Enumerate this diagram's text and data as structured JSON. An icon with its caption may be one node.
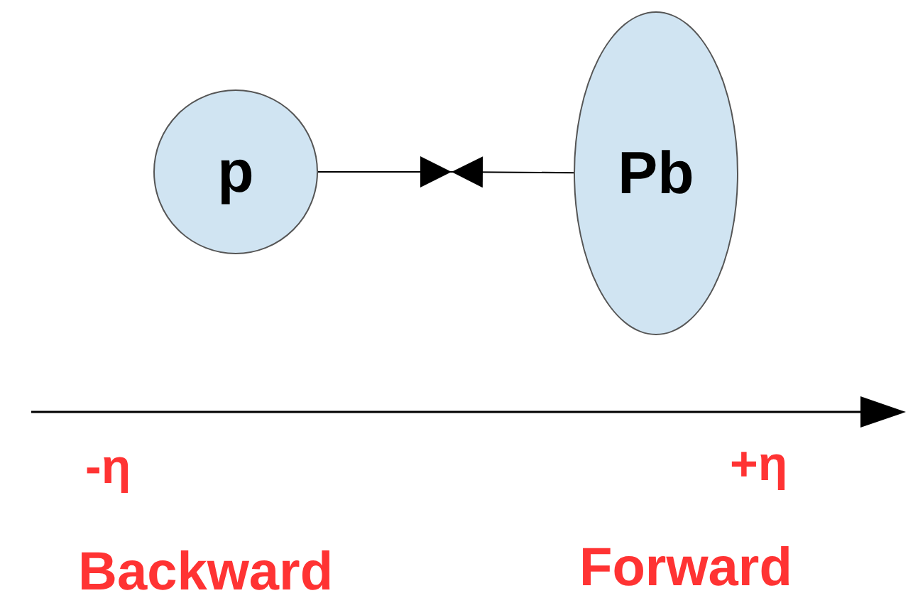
{
  "diagram": {
    "nodes": [
      {
        "text": [
          "p"
        ]
      },
      {
        "text": [
          "Pb"
        ]
      }
    ],
    "edges": [
      {
        "from": 0,
        "to": null,
        "arrow": "to"
      },
      {
        "from": 1,
        "to": null,
        "arrow": "to"
      }
    ],
    "labels": [
      "-η",
      "+η",
      "Backward",
      "Forward"
    ]
  }
}
